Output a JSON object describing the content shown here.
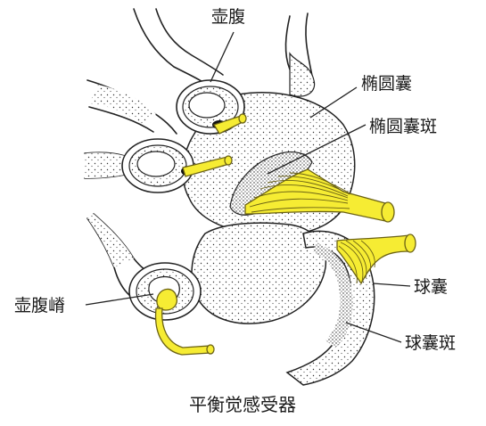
{
  "labels": {
    "ampulla": "壶腹",
    "utricle": "椭圆囊",
    "utricular_macula": "椭圆囊斑",
    "crista_ampullaris": "壶腹嵴",
    "saccule": "球囊",
    "saccular_macula": "球囊斑"
  },
  "caption": "平衡觉感受器",
  "colors": {
    "nerve": "#f6ec33",
    "ink": "#222222",
    "background": "#ffffff"
  }
}
